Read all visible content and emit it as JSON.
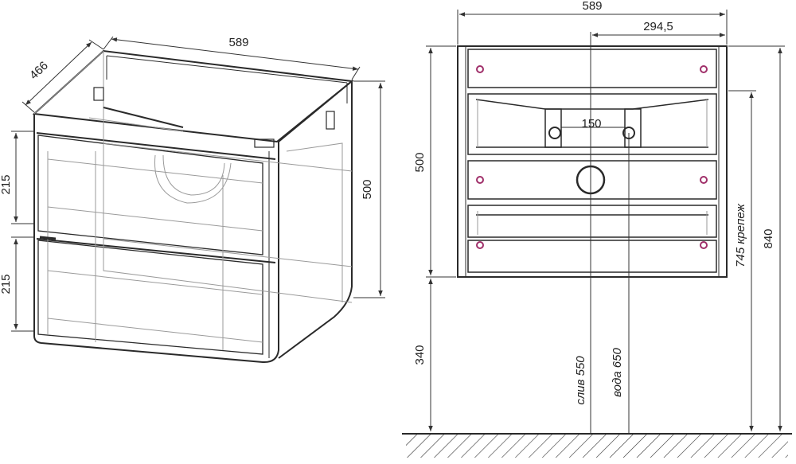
{
  "colors": {
    "line": "#2a2a2a",
    "thin": "#6a6a6a",
    "hidden": "#9a9a9a",
    "accent": "#a0306a"
  },
  "left_view": {
    "width_label": "589",
    "depth_label": "466",
    "height_label": "500",
    "drawer_top_label": "215",
    "drawer_bottom_label": "215"
  },
  "right_view": {
    "width_label": "589",
    "half_width_label": "294,5",
    "hole_spacing_label": "150",
    "cabinet_height_label": "500",
    "floor_gap_label": "340",
    "total_height_label": "840",
    "mount_label": "745 крепеж",
    "drain_label": "слив  550",
    "water_label": "вода 650"
  }
}
